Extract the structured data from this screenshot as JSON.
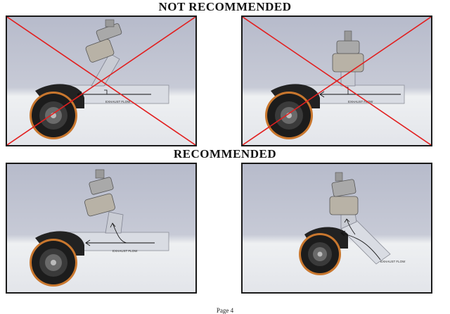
{
  "headings": {
    "not_recommended": "NOT RECOMMENDED",
    "recommended": "RECOMMENDED"
  },
  "panels": [
    {
      "id": "p1",
      "flow_label": "EXHAUST FLOW",
      "crossed_out": true
    },
    {
      "id": "p2",
      "flow_label": "EXHAUST FLOW",
      "crossed_out": true
    },
    {
      "id": "p3",
      "flow_label": "EXHAUST FLOW",
      "crossed_out": false
    },
    {
      "id": "p4",
      "flow_label": "EXHAUST FLOW",
      "crossed_out": false
    }
  ],
  "footer": {
    "page": "Page 4"
  },
  "colors": {
    "cross": "#e21f1f",
    "sky": "#b9bdcc",
    "floor": "#e9ebee",
    "pipe": "#d6dae2",
    "turbo_dark": "#1c1c1c",
    "flange": "#c9772e"
  }
}
